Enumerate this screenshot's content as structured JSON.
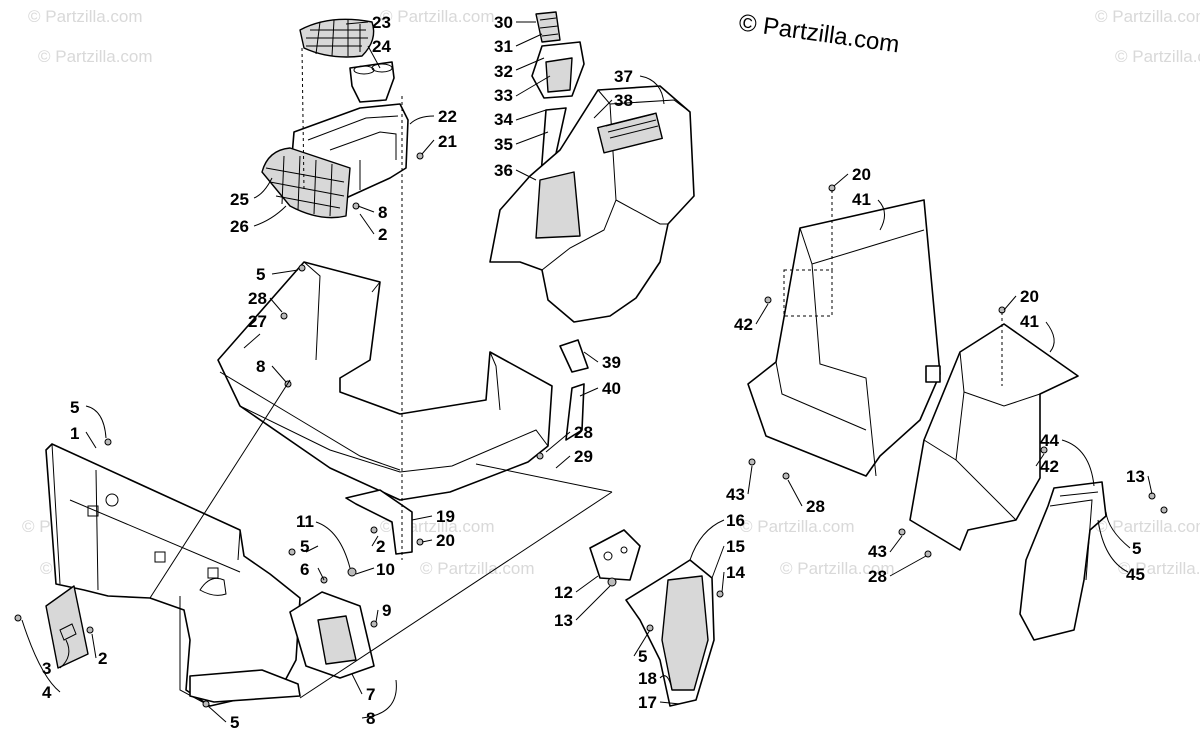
{
  "watermark": {
    "main": "© Partzilla.com",
    "faint": "© Partzilla.com"
  },
  "callouts": [
    "1",
    "2",
    "3",
    "4",
    "5",
    "6",
    "7",
    "8",
    "9",
    "10",
    "11",
    "12",
    "13",
    "14",
    "15",
    "16",
    "17",
    "18",
    "19",
    "20",
    "21",
    "22",
    "23",
    "24",
    "25",
    "26",
    "27",
    "28",
    "29",
    "30",
    "31",
    "32",
    "33",
    "34",
    "35",
    "36",
    "37",
    "38",
    "39",
    "40",
    "41",
    "42",
    "43",
    "44",
    "45"
  ]
}
